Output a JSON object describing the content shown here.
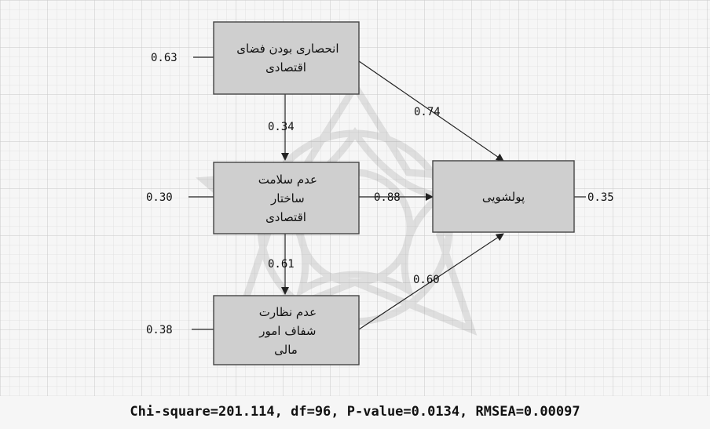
{
  "nodes": {
    "econ_exclusivity": {
      "lines": [
        "انحصاری بودن فضای",
        "اقتصادی"
      ]
    },
    "unhealthy_structure": {
      "lines": [
        "عدم سلامت",
        "ساختار",
        "اقتصادی"
      ]
    },
    "no_transparency": {
      "lines": [
        "عدم نظارت",
        "شفاف امور",
        "مالی"
      ]
    },
    "money_laundering": {
      "lines": [
        "پولشویی"
      ]
    }
  },
  "error_variances": {
    "econ_exclusivity": "0.63",
    "unhealthy_structure": "0.30",
    "no_transparency": "0.38",
    "money_laundering": "0.35"
  },
  "path_coefficients": {
    "exclusivity_to_structure": "0.34",
    "structure_to_transparency": "0.61",
    "exclusivity_to_laundering": "0.74",
    "structure_to_laundering": "0.88",
    "transparency_to_laundering": "0.60"
  },
  "fit_stats": "Chi-square=201.114, df=96, P-value=0.0134, RMSEA=0.00097"
}
